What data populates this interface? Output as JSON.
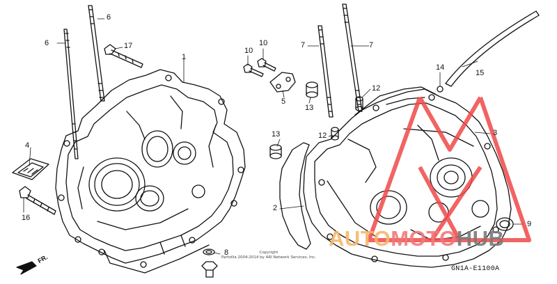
{
  "callouts": {
    "c1": "1",
    "c2": "2",
    "c3": "3",
    "c4": "4",
    "c5": "5",
    "c6a": "6",
    "c6b": "6",
    "c7a": "7",
    "c7b": "7",
    "c8": "8",
    "c9": "9",
    "c10a": "10",
    "c10b": "10",
    "c12a": "12",
    "c12b": "12",
    "c13a": "13",
    "c13b": "13",
    "c14": "14",
    "c15": "15",
    "c16": "16",
    "c17": "17"
  },
  "diagram_code": "GN1A-E1100A",
  "front_label": "FR.",
  "copyright": {
    "line1": "Copyright",
    "line2": "Partzilla 2004-2014 by ARI Network Services, Inc."
  },
  "watermark": {
    "part1": "AUTO",
    "part2": "MOTO",
    "part3": "HUB",
    "colors": {
      "auto": "#f6b86b",
      "moto": "#f07a7a",
      "hub": "#7a7a7a",
      "triangle": "#f04848"
    }
  }
}
